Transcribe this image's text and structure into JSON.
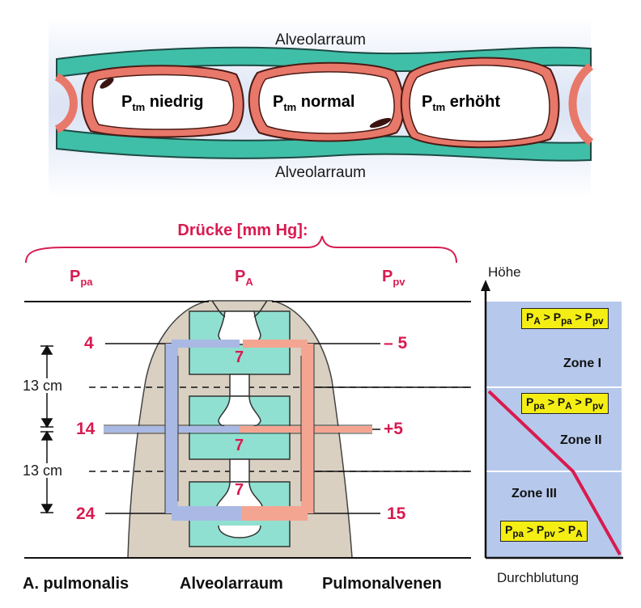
{
  "top": {
    "alveolar_top": "Alveolarraum",
    "alveolar_bottom": "Alveolarraum",
    "capillaries": [
      {
        "base": "P",
        "sub": "tm",
        "state": "niedrig"
      },
      {
        "base": "P",
        "sub": "tm",
        "state": "normal"
      },
      {
        "base": "P",
        "sub": "tm",
        "state": "erhöht"
      }
    ]
  },
  "pressures": {
    "title": "Drücke [mm Hg]:",
    "headers": [
      {
        "base": "P",
        "sub": "pa"
      },
      {
        "base": "P",
        "sub": "A"
      },
      {
        "base": "P",
        "sub": "pv"
      }
    ],
    "arterial": [
      "4",
      "14",
      "24"
    ],
    "alveolar": [
      "7",
      "7",
      "7"
    ],
    "venous": [
      "– 5",
      "+5",
      "15"
    ],
    "distance_1": "13 cm",
    "distance_2": "13 cm"
  },
  "bottom_labels": {
    "left": "A. pulmonalis",
    "center": "Alveolarraum",
    "right": "Pulmonalvenen"
  },
  "zone_chart": {
    "y_axis": "Höhe",
    "x_axis": "Durchblutung",
    "zones": [
      {
        "name": "Zone I",
        "relation": [
          {
            "base": "P",
            "sub": "A"
          },
          {
            "op": " > "
          },
          {
            "base": "P",
            "sub": "pa"
          },
          {
            "op": " > "
          },
          {
            "base": "P",
            "sub": "pv"
          }
        ]
      },
      {
        "name": "Zone II",
        "relation": [
          {
            "base": "P",
            "sub": "pa"
          },
          {
            "op": " > "
          },
          {
            "base": "P",
            "sub": "A"
          },
          {
            "op": " > "
          },
          {
            "base": "P",
            "sub": "pv"
          }
        ]
      },
      {
        "name": "Zone III",
        "relation": [
          {
            "base": "P",
            "sub": "pa"
          },
          {
            "op": " > "
          },
          {
            "base": "P",
            "sub": "pv"
          },
          {
            "op": " > "
          },
          {
            "base": "P",
            "sub": "A"
          }
        ]
      }
    ]
  },
  "colors": {
    "wall": "#3fbfa8",
    "vessel": "#e8786a",
    "arterial": "#a9b9e4",
    "venous": "#f4a592",
    "accent": "#d81b50",
    "zone_panel": "#b6c9ec",
    "lung": "#d9d0c2",
    "alveolus": "#8fe0d0"
  }
}
